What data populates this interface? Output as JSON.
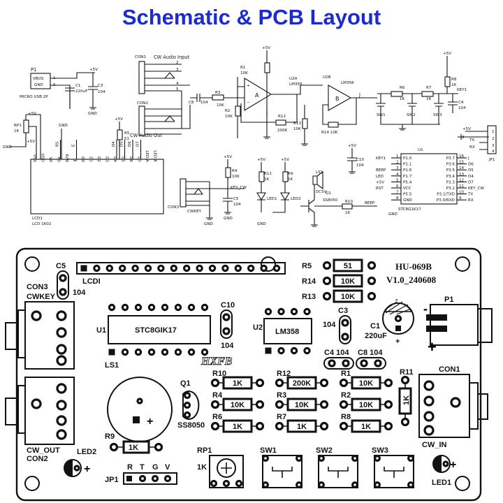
{
  "title": "Schematic & PCB Layout",
  "schematic": {
    "p1": {
      "ref": "P1",
      "pin_vbus": "VBUS",
      "pin_gnd": "GND",
      "pin1": "1",
      "pin5": "5",
      "name": "MICRO USB 2P"
    },
    "c1": {
      "ref": "C1",
      "value": "220uF"
    },
    "c3": {
      "ref": "C3",
      "value": "104"
    },
    "con1": {
      "ref": "CON1",
      "label": "CW Audio Input"
    },
    "con2": {
      "ref": "CON2",
      "label": "CW Audio Out"
    },
    "c8": {
      "ref": "C8",
      "value": "104"
    },
    "r1": {
      "ref": "R1",
      "value": "10K"
    },
    "r2": {
      "ref": "R2",
      "value": "10K"
    },
    "r3": {
      "ref": "R3",
      "value": "10K"
    },
    "r12": {
      "ref": "R12",
      "value": "200K"
    },
    "r13": {
      "ref": "R13",
      "value": "10K"
    },
    "r14": {
      "ref": "R14",
      "value": "10K"
    },
    "u2a": {
      "ref": "U2A",
      "part": "LM358",
      "sym": "A"
    },
    "u2b": {
      "ref": "U2B",
      "part": "LM358",
      "sym": "B"
    },
    "r6": {
      "ref": "R6",
      "value": "1K"
    },
    "r7": {
      "ref": "R7",
      "value": "1K"
    },
    "r8": {
      "ref": "R8",
      "value": "1K"
    },
    "c4": {
      "ref": "C4",
      "value": "104"
    },
    "key1": "KEY1",
    "switches": [
      "SW1",
      "SW2",
      "SW3"
    ],
    "rp1": {
      "ref": "RP1",
      "value": "1K"
    },
    "r5": {
      "ref": "R5",
      "value": "51"
    },
    "lcd": {
      "ref": "LCD1",
      "name": "LCD 1602",
      "pins": [
        "VSS",
        "VDD",
        "V0",
        "RS",
        "R/W",
        "E",
        "D0",
        "D1",
        "D2",
        "D3",
        "D4",
        "D5",
        "D6",
        "D7",
        "LED-A",
        "LED-K"
      ]
    },
    "lcd_bus": [
      "RS",
      "E",
      "D4",
      "D5",
      "D6",
      "D7"
    ],
    "r4": {
      "ref": "R4",
      "value": "10K"
    },
    "c5": {
      "ref": "C5",
      "value": "104"
    },
    "con3": {
      "ref": "CON3",
      "net": "KEY_CW",
      "label": "CWKEY"
    },
    "r11": {
      "ref": "R11",
      "value": "1K"
    },
    "r9": {
      "ref": "R9",
      "value": "1K"
    },
    "led1": "LED1",
    "led2": "LED2",
    "ls1": {
      "ref": "LS1",
      "part": "DC5V"
    },
    "q1": {
      "ref": "Q1",
      "part": "SS8050"
    },
    "r10": {
      "ref": "R10",
      "value": "1K"
    },
    "beep": "BEEP",
    "c10": {
      "ref": "C10",
      "value": "104"
    },
    "u1": {
      "ref": "U1",
      "part": "STC8G1K17",
      "left_nets": [
        "KEY1",
        "",
        "BEEP",
        "LED",
        "+5V",
        "RST",
        ""
      ],
      "left_pins": [
        "P1.0",
        "P1.1",
        "P1.6",
        "P1.7",
        "P5.4",
        "VCC",
        "P5.5",
        "GND"
      ],
      "left_nums": [
        "1",
        "2",
        "3",
        "4",
        "5",
        "6",
        "7",
        "8"
      ],
      "right_pins": [
        "P3.7",
        "P3.6",
        "P3.5",
        "P3.4",
        "P3.3",
        "P3.2",
        "P3.1/TXD",
        "P3.0/RXD"
      ],
      "right_nums": [
        "16",
        "15",
        "14",
        "13",
        "12",
        "11",
        "10",
        "9"
      ],
      "right_nets": [
        "J",
        "D6",
        "D5",
        "D4",
        "D7",
        "KEY_CW",
        "TX",
        "RX"
      ]
    },
    "jp1": {
      "ref": "JP1",
      "nets": [
        "TX",
        "RX"
      ],
      "pins": [
        "1",
        "2",
        "3",
        "4"
      ]
    },
    "supply": "+5V",
    "ground": "GND",
    "node_j": "J"
  },
  "pcb": {
    "board": "HU-069B",
    "version": "V1.0_240608",
    "logo": "HXFB",
    "c5": {
      "ref": "C5",
      "value": "104"
    },
    "lcd": "LCDI",
    "con3": {
      "ref": "CON3",
      "label": "CWKEY"
    },
    "u1": {
      "ref": "U1",
      "part": "STC8GIK17"
    },
    "c10": {
      "ref": "C10",
      "value": "104"
    },
    "u2": {
      "ref": "U2",
      "part": "LM358"
    },
    "c3": {
      "ref": "C3",
      "value": "104"
    },
    "c1": {
      "ref": "C1",
      "value": "220uF"
    },
    "c4": {
      "ref": "C4",
      "value": "104"
    },
    "c8": {
      "ref": "C8",
      "value": "104"
    },
    "p1": "P1",
    "r5": {
      "ref": "R5",
      "value": "51"
    },
    "r14": {
      "ref": "R14",
      "value": "10K"
    },
    "r13": {
      "ref": "R13",
      "value": "10K"
    },
    "ls1": "LS1",
    "q1": {
      "ref": "Q1",
      "part": "SS8050"
    },
    "r10": {
      "ref": "R10",
      "value": "1K"
    },
    "r12": {
      "ref": "R12",
      "value": "200K"
    },
    "r1": {
      "ref": "R1",
      "value": "10K"
    },
    "r11": {
      "ref": "R11",
      "value": "1K"
    },
    "r4": {
      "ref": "R4",
      "value": "10K"
    },
    "r3": {
      "ref": "R3",
      "value": "10K"
    },
    "r2": {
      "ref": "R2",
      "value": "10K"
    },
    "r6": {
      "ref": "R6",
      "value": "1K"
    },
    "r7": {
      "ref": "R7",
      "value": "1K"
    },
    "r8": {
      "ref": "R8",
      "value": "1K"
    },
    "con1": {
      "ref": "CON1",
      "label": "CW_IN"
    },
    "con2": {
      "ref": "CON2",
      "label": "CW_OUT"
    },
    "r9": {
      "ref": "R9",
      "value": "1K"
    },
    "led2": "LED2",
    "led1": "LED1",
    "jp1": {
      "ref": "JP1",
      "pins": [
        "R",
        "T",
        "G",
        "V"
      ]
    },
    "rp1": {
      "ref": "RP1",
      "value": "1K"
    },
    "switches": [
      "SW1",
      "SW2",
      "SW3"
    ],
    "plus": "+",
    "minus": "-"
  }
}
